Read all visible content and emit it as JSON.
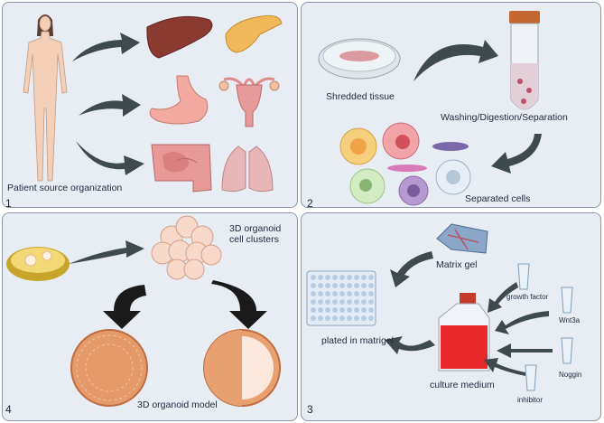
{
  "colors": {
    "panel_bg": "#e8ecf3",
    "panel_border": "#8a96a8",
    "arrow": "#3e4a4c",
    "medium_red": "#e8282a"
  },
  "panel1": {
    "number": "1",
    "caption": "Patient source organization",
    "icons": [
      "human-body-icon",
      "liver-icon",
      "pancreas-icon",
      "stomach-icon",
      "uterus-icon",
      "intestine-icon",
      "lung-icon"
    ]
  },
  "panel2": {
    "number": "2",
    "shredded": "Shredded tissue",
    "washing": "Washing/Digestion/Separation",
    "separated": "Separated cells"
  },
  "panel3": {
    "number": "3",
    "matrix": "Matrix gel",
    "growth": "growth factor",
    "wnt": "Wnt3a",
    "noggin": "Noggin",
    "inhibitor": "inhibitor",
    "plated": "plated in matrigel",
    "medium": "culture medium"
  },
  "panel4": {
    "number": "4",
    "clusters_line1": "3D organoid",
    "clusters_line2": "cell clusters",
    "model": "3D organoid model"
  }
}
